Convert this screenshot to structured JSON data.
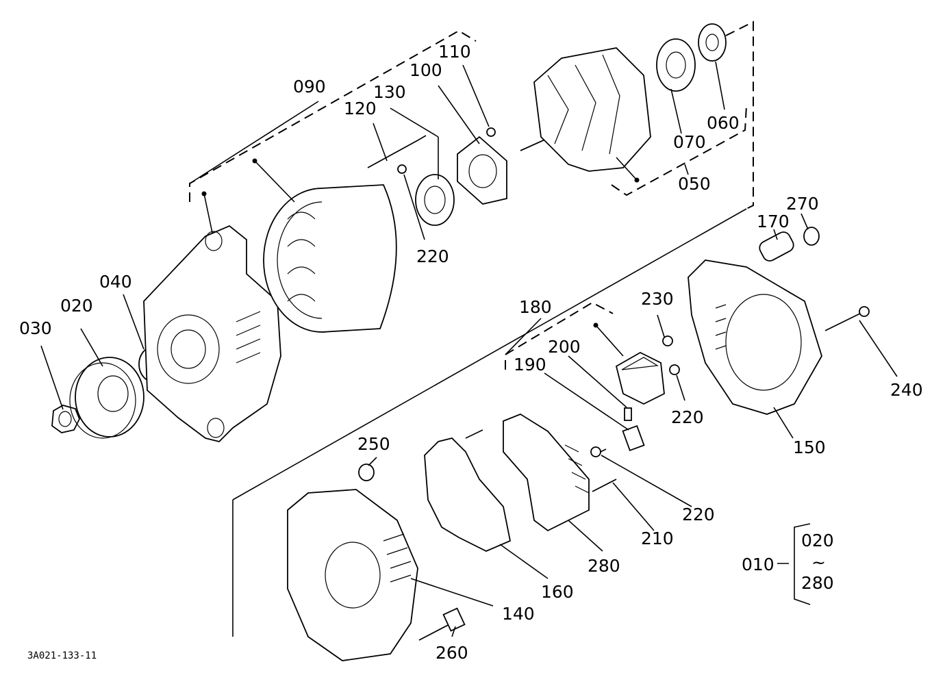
{
  "diagram": {
    "reference_code": "3A021-133-11",
    "part_labels": {
      "p010": "010",
      "p020": "020",
      "p020b": "020",
      "p030": "030",
      "p040": "040",
      "p050": "050",
      "p060": "060",
      "p070": "070",
      "p090": "090",
      "p100": "100",
      "p110": "110",
      "p120": "120",
      "p130": "130",
      "p140": "140",
      "p150": "150",
      "p160": "160",
      "p170": "170",
      "p180": "180",
      "p190": "190",
      "p200": "200",
      "p210": "210",
      "p220a": "220",
      "p220b": "220",
      "p220c": "220",
      "p230": "230",
      "p240": "240",
      "p250": "250",
      "p260": "260",
      "p270": "270",
      "p280": "280",
      "p280b": "280",
      "tilde": "~"
    }
  }
}
